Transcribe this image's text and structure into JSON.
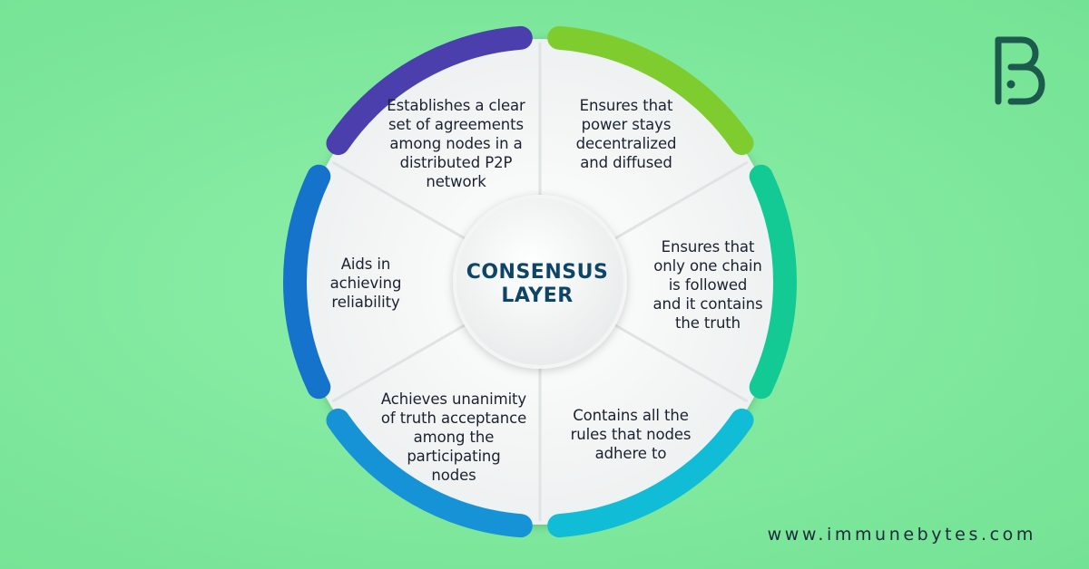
{
  "center": {
    "line1": "CONSENSUS",
    "line2": "LAYER"
  },
  "segments": [
    {
      "text": "Establishes a clear\nset of agreements\namong nodes in a\ndistributed P2P\nnetwork",
      "color": "#4b3fae"
    },
    {
      "text": "Ensures that\npower stays\ndecentralized\nand diffused",
      "color": "#7fcc2e"
    },
    {
      "text": "Ensures that\nonly one chain\nis followed\nand it contains\nthe truth",
      "color": "#13c994"
    },
    {
      "text": "Contains all the\nrules that nodes\nadhere to",
      "color": "#11bcd6"
    },
    {
      "text": "Achieves unanimity\nof truth acceptance\namong the\nparticipating\nnodes",
      "color": "#1593d6"
    },
    {
      "text": "Aids in\nachieving\nreliability",
      "color": "#1673cc"
    }
  ],
  "logo": {
    "icon": "immunebytes-b-logo-icon",
    "color": "#1b5a4c"
  },
  "footer": {
    "website": "www.immunebytes.com"
  }
}
